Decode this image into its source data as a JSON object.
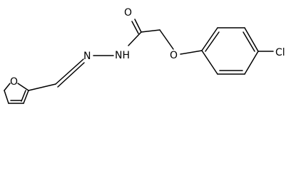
{
  "molecule": {
    "colors": {
      "bond": "#000000",
      "label": "#000000",
      "background": "#ffffff"
    },
    "atoms": {
      "furan_oxygen": "O",
      "imine_nitrogen": "N",
      "amide_nitrogen": "NH",
      "carbonyl_oxygen": "O",
      "ether_oxygen": "O",
      "chlorine": "Cl"
    }
  }
}
